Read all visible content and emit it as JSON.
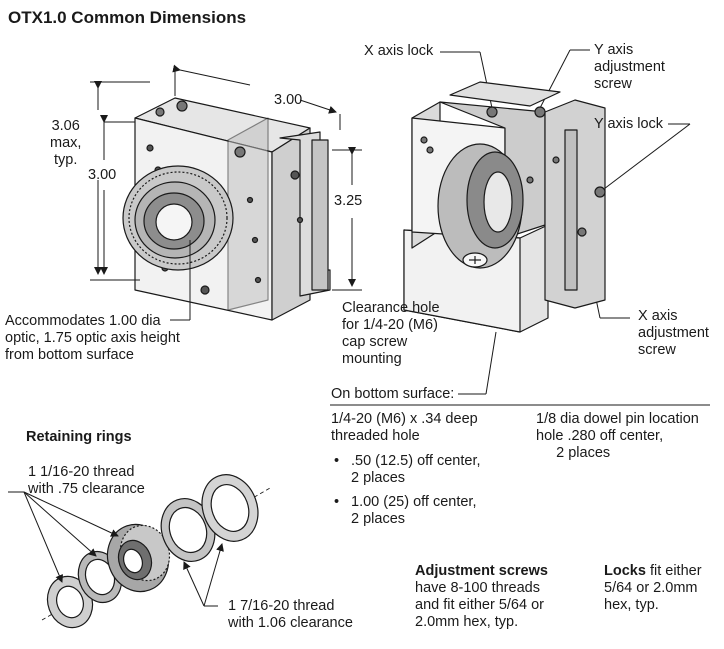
{
  "title": "OTX1.0 Common Dimensions",
  "dims": {
    "height_max": "3.06\nmax,\ntyp.",
    "height": "3.00",
    "width": "3.00",
    "depth": "3.25"
  },
  "callouts": {
    "x_axis_lock": "X axis lock",
    "y_axis_adjust": "Y axis\nadjustment\nscrew",
    "y_axis_lock": "Y axis lock",
    "x_axis_adjust": "X axis\nadjustment\nscrew",
    "accommodates": "Accommodates 1.00 dia\noptic, 1.75 optic axis height\nfrom bottom surface",
    "clearance_hole": "Clearance hole\nfor 1/4-20 (M6)\ncap screw\nmounting",
    "bottom_surface": "On bottom surface:"
  },
  "bottom": {
    "left_head": "1/4-20 (M6) x .34 deep\nthreaded hole",
    "bullet1": ".50 (12.5) off center,\n2 places",
    "bullet2": "1.00 (25) off center,\n2 places",
    "right_head": "1/8 dia dowel pin location\nhole .280 off center,\n     2 places",
    "bullet_char": "•"
  },
  "rings": {
    "heading": "Retaining rings",
    "thread1": "1 1/16-20 thread\nwith .75 clearance",
    "thread2": "1 7/16-20 thread\nwith 1.06 clearance"
  },
  "notes": {
    "adjust_bold": "Adjustment screws",
    "adjust_rest": "have 8-100 threads\nand fit either 5/64 or\n2.0mm hex, typ.",
    "locks_bold": "Locks",
    "locks_rest1": " fit either",
    "locks_rest2": "5/64 or 2.0mm\nhex, typ."
  },
  "colors": {
    "ink": "#1a1a1a",
    "shade": "#9a9a9a",
    "light": "#d8d8d8",
    "dark": "#3a3a3a"
  }
}
